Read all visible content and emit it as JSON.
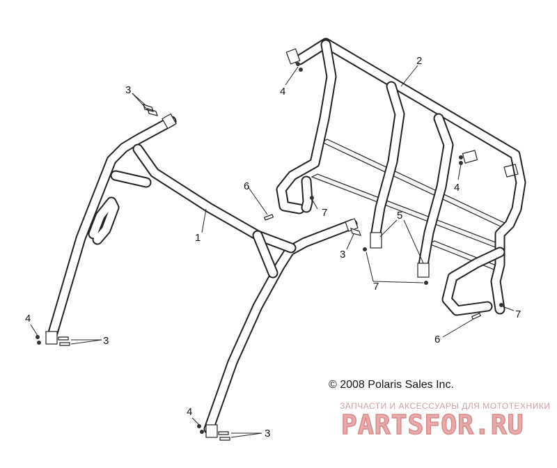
{
  "callouts": {
    "p1": "1",
    "p2": "2",
    "p3a": "3",
    "p3b": "3",
    "p3c": "3",
    "p3d": "3",
    "p4a": "4",
    "p4b": "4",
    "p4c": "4",
    "p4d": "4",
    "p5": "5",
    "p6a": "6",
    "p6b": "6",
    "p7a": "7",
    "p7b": "7",
    "p7c": "7"
  },
  "copyright": "© 2008 Polaris Sales Inc.",
  "watermark": {
    "subtitle": "ЗАПЧАСТИ И АКСЕССУАРЫ ДЛЯ МОТОТЕХНИКИ",
    "logo": "PARTSFOR.RU"
  },
  "colors": {
    "line": "#222222",
    "watermark": "#e6aaaa"
  }
}
